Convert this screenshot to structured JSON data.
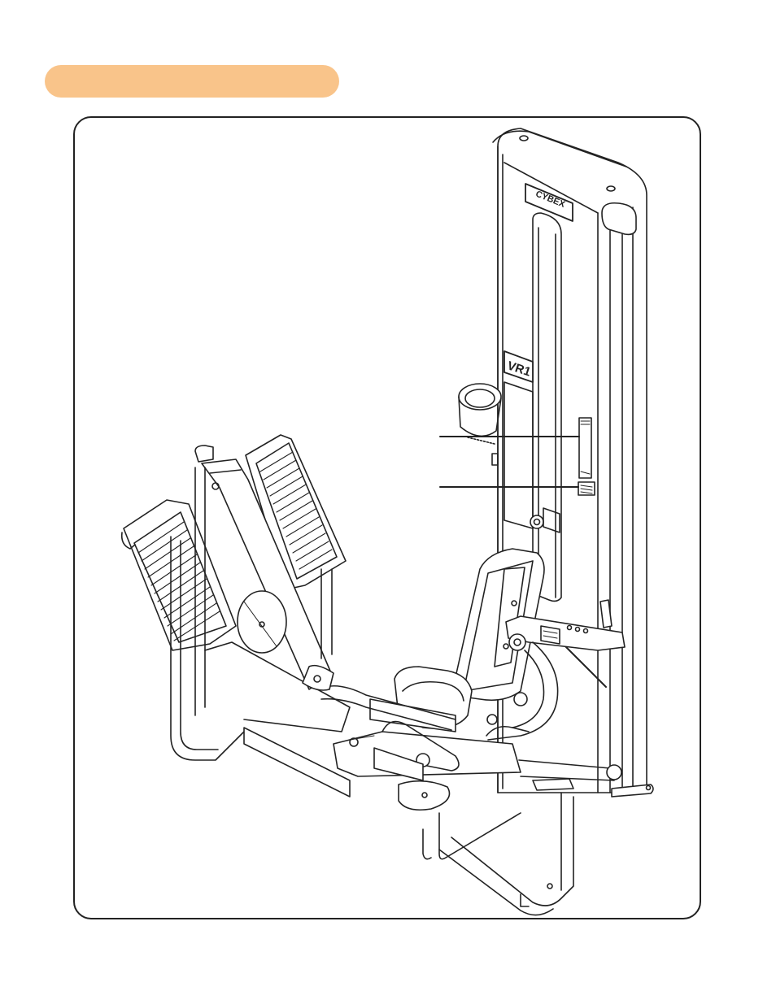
{
  "header": {
    "section_label": ""
  },
  "brand": {
    "logo_text": "CYBEX",
    "model_label": "VR1"
  },
  "colors": {
    "pill": "#f9c48a",
    "line": "#222222",
    "frame_border": "#222222"
  },
  "callouts": [
    {
      "id": "placard-label",
      "text": ""
    },
    {
      "id": "model-label",
      "text": ""
    },
    {
      "id": "adjustment-label",
      "text": ""
    }
  ]
}
